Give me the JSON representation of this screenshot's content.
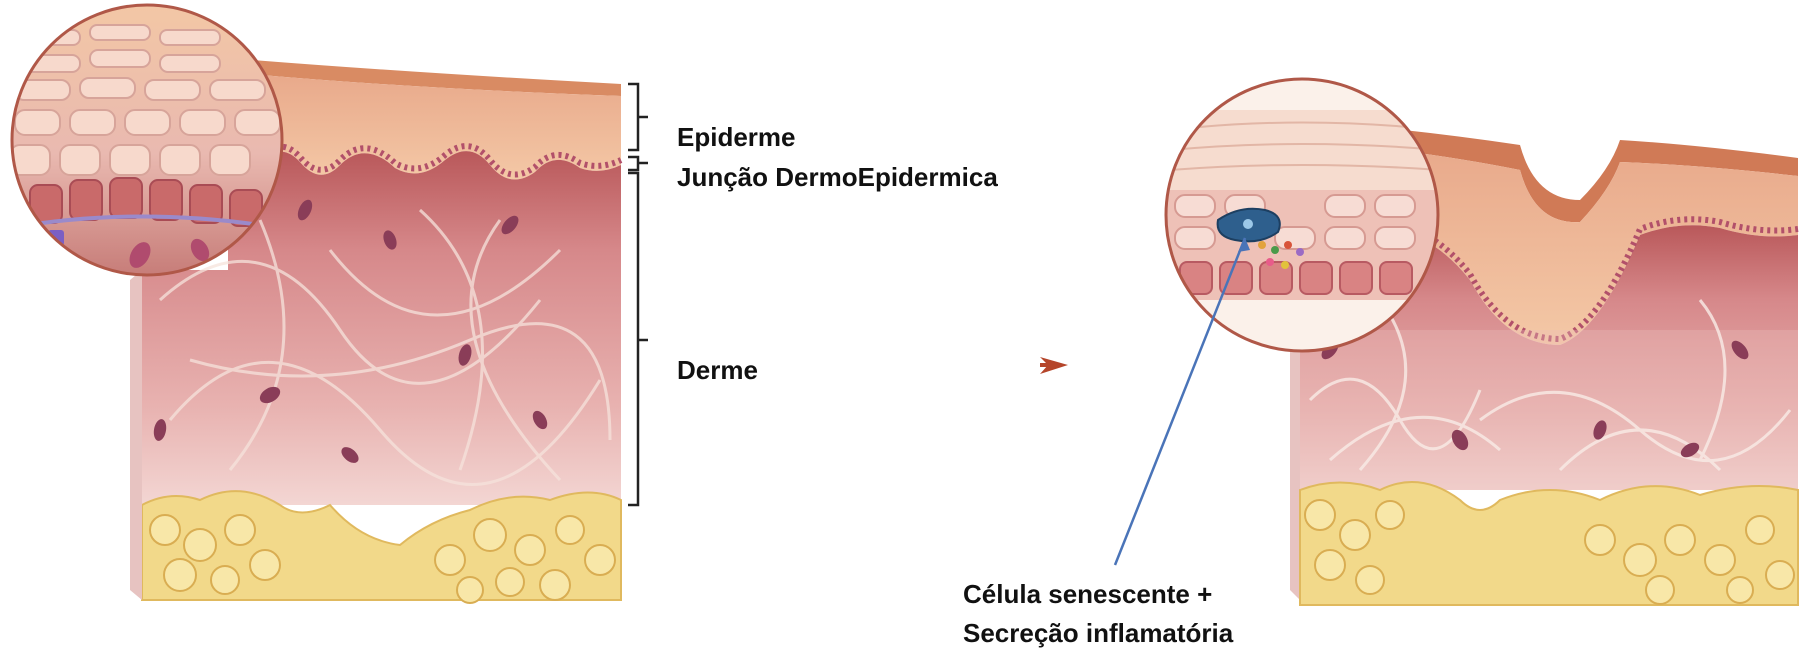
{
  "labels": {
    "epiderme": "Epiderme",
    "juncao": "Junção DermoEpidermica",
    "derme": "Derme",
    "celula": "Célula senescente +",
    "secrecao": "Secreção inflamatória"
  },
  "colors": {
    "epidermis": "#e8a88a",
    "dermis": "#d98d80",
    "fat": "#f2d98a",
    "fiber": "#f6e3dc",
    "arrow": "#b5452a",
    "pointer": "#4a74b8",
    "senescent": "#2e5f8d"
  },
  "icons": {
    "progression_arrow": "arrow-right-icon",
    "pointer": "pointer-line-icon"
  }
}
